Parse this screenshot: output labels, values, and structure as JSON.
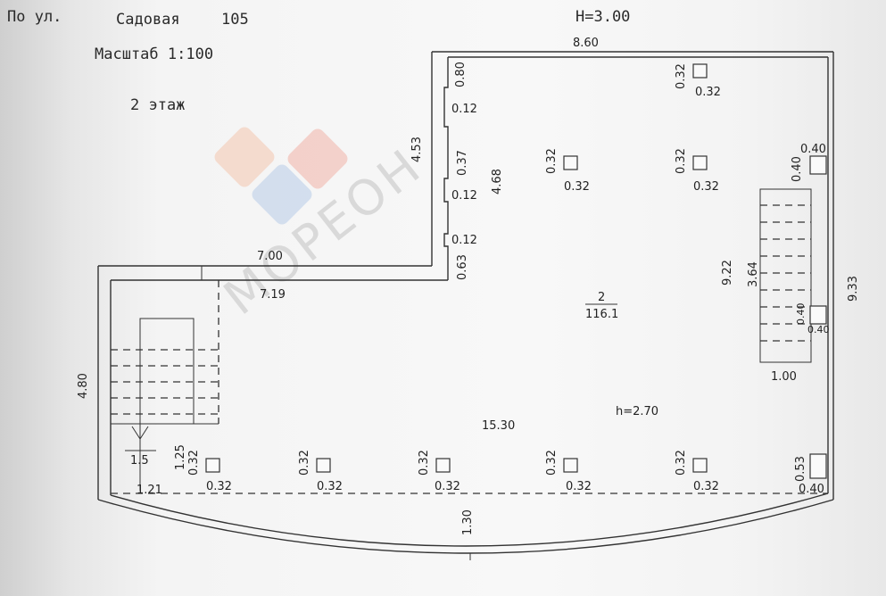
{
  "header": {
    "address_prefix": "По ул.",
    "street": "Садовая",
    "house": "105",
    "scale": "Масштаб 1:100",
    "floor": "2 этаж",
    "height": "H=3.00"
  },
  "watermark": {
    "text": "МОРЕОН",
    "colors": [
      "#f4c7b0",
      "#f2b3a8",
      "#b8cde8"
    ]
  },
  "room": {
    "number": "2",
    "area": "116.1",
    "ceiling": "h=2.70"
  },
  "dimensions": {
    "top_width": "8.60",
    "top_wall_a": "0.80",
    "left_wall_height": "4.53",
    "niche_a": "0.12",
    "niche_b": "0.37",
    "niche_c": "0.12",
    "niche_d": "0.12",
    "niche_e": "0.63",
    "inner_height": "4.68",
    "ledge_length": "7.00",
    "ledge_inner": "7.19",
    "right_height_outer": "9.33",
    "right_height_inner": "9.22",
    "stair_right_length": "3.64",
    "stair_right_width": "1.00",
    "left_height": "4.80",
    "stair_left_a": "1.5",
    "stair_left_b": "1.25",
    "stair_left_c": "1.21",
    "main_length": "15.30",
    "bay_depth": "1.30"
  },
  "columns": {
    "size": "0.32",
    "large_size": "0.40",
    "side_large": "0.53"
  }
}
